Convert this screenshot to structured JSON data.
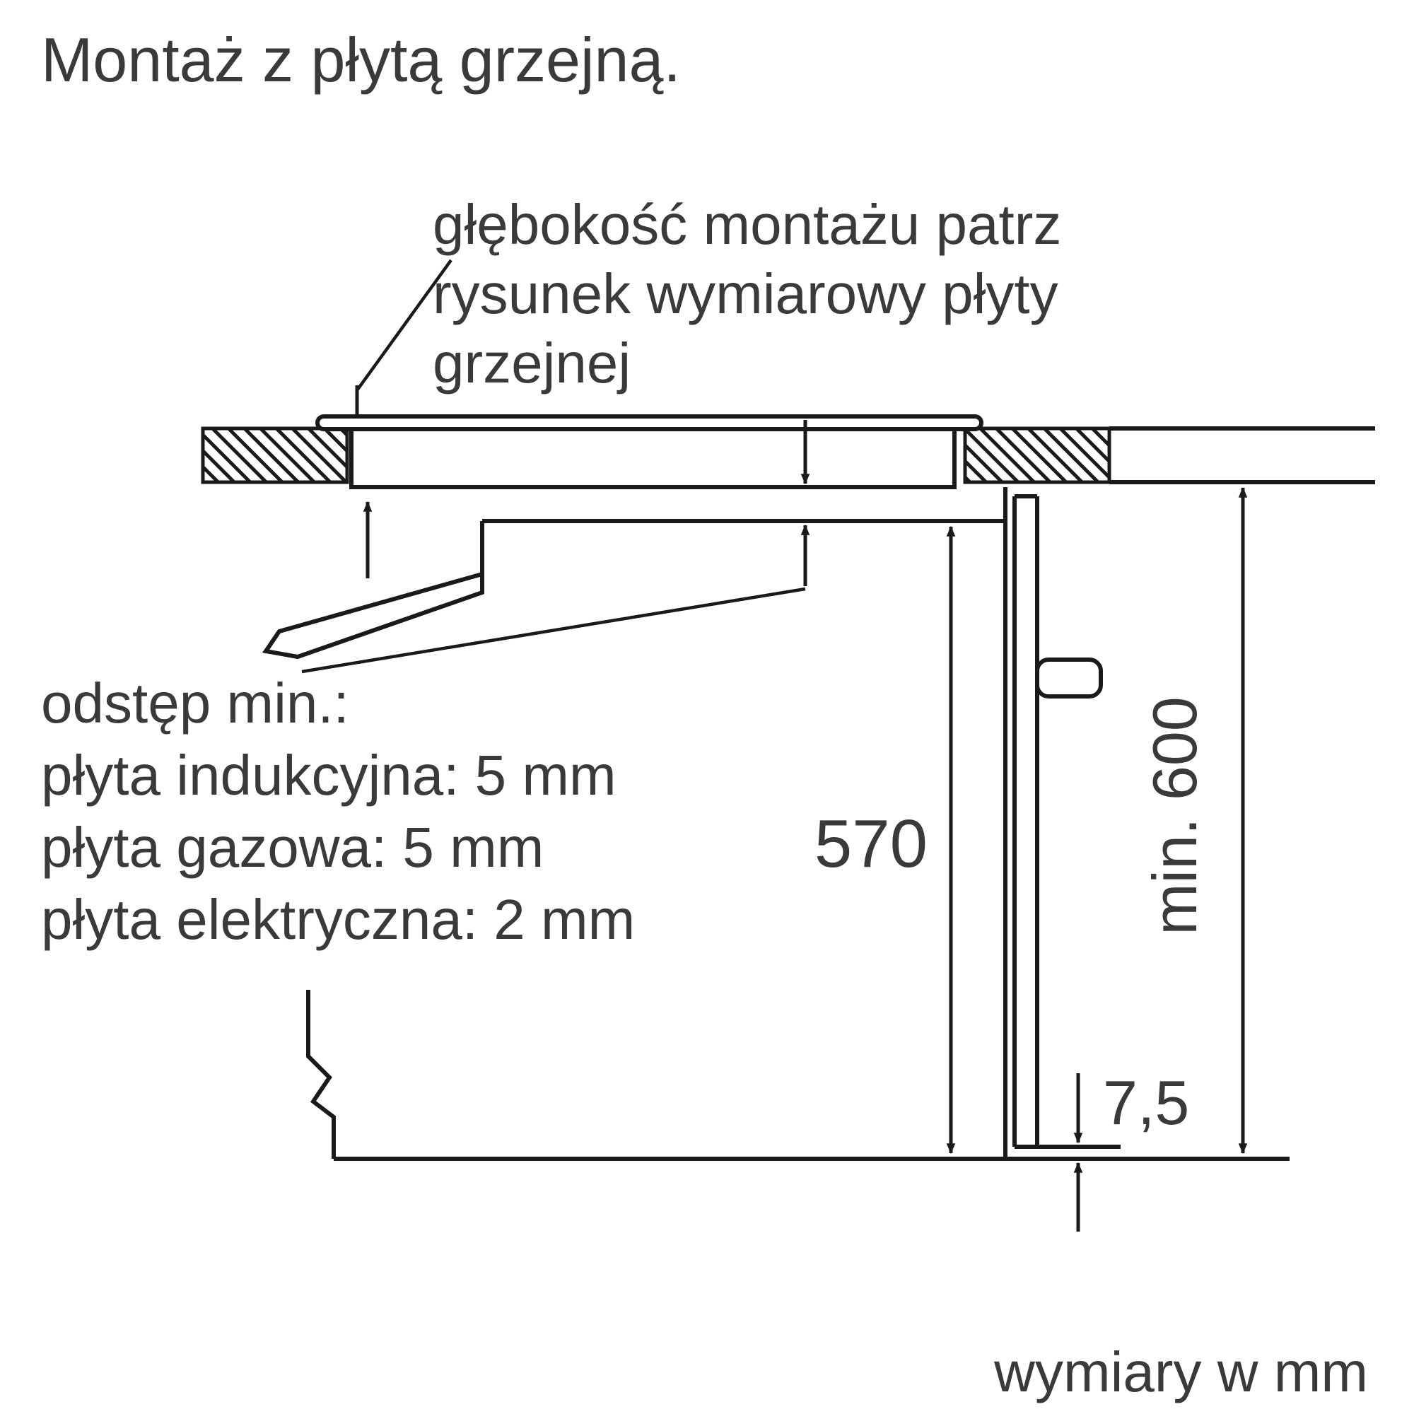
{
  "title": "Montaż z płytą grzejną.",
  "annotation": {
    "line1": "głębokość montażu patrz",
    "line2": "rysunek wymiarowy płyty",
    "line3": "grzejnej"
  },
  "clearances": {
    "heading": "odstęp min.:",
    "induction": "płyta indukcyjna: 5 mm",
    "gas": "płyta gazowa: 5 mm",
    "electric": "płyta elektryczna: 2 mm"
  },
  "dimensions": {
    "oven_height": "570",
    "min_niche_height": "min. 600",
    "bottom_gap": "7,5"
  },
  "footer": "wymiary w mm",
  "colors": {
    "line": "#1a1a1a",
    "text": "#3a3a39",
    "background": "#ffffff"
  }
}
